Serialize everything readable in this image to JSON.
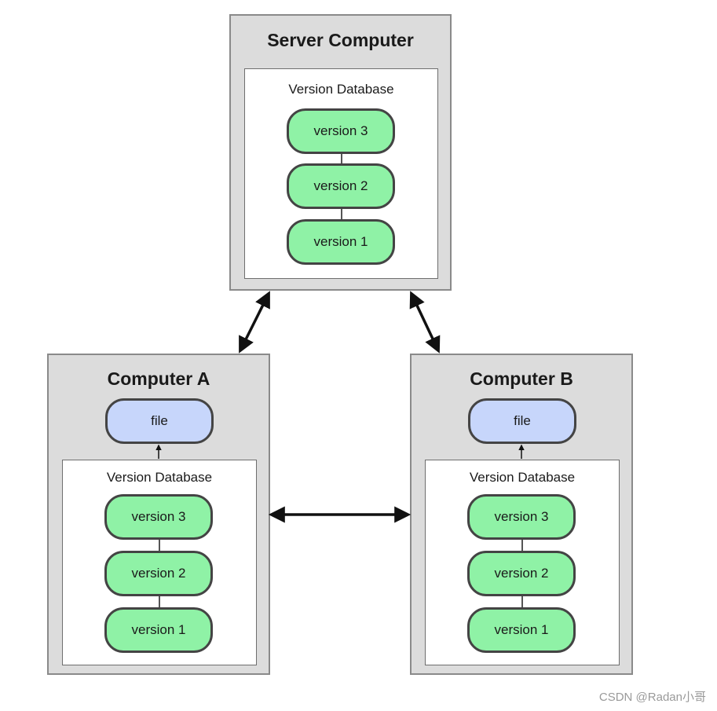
{
  "server": {
    "title": "Server Computer",
    "db_label": "Version Database",
    "versions": [
      "version 3",
      "version 2",
      "version 1"
    ]
  },
  "computer_a": {
    "title": "Computer A",
    "file_label": "file",
    "db_label": "Version Database",
    "versions": [
      "version 3",
      "version 2",
      "version 1"
    ]
  },
  "computer_b": {
    "title": "Computer B",
    "file_label": "file",
    "db_label": "Version Database",
    "versions": [
      "version 3",
      "version 2",
      "version 1"
    ]
  },
  "watermark": "CSDN @Radan小哥",
  "colors": {
    "computer_bg": "#dcdcdc",
    "version_fill": "#8ff2a6",
    "file_fill": "#c7d6fb"
  }
}
